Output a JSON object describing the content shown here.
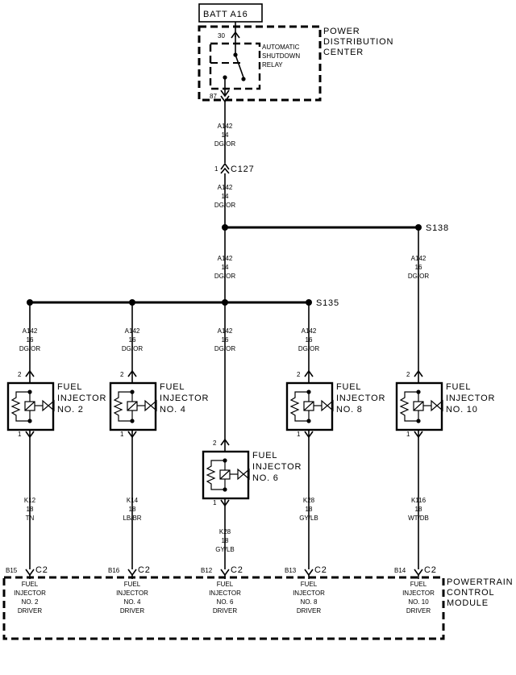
{
  "battery": {
    "label": "BATT A16"
  },
  "pdc": {
    "lines": [
      "POWER",
      "DISTRIBUTION",
      "CENTER"
    ],
    "relay_lines": [
      "AUTOMATIC",
      "SHUTDOWN",
      "RELAY"
    ],
    "pin_in": "30",
    "pin_out": "87"
  },
  "main_wire": {
    "upper": [
      "A142",
      "14",
      "DG/OR"
    ],
    "lower": [
      "A142",
      "14",
      "DG/OR"
    ],
    "below_s138": [
      "A142",
      "14",
      "DG/OR"
    ]
  },
  "connector_c127": {
    "pin": "1",
    "label": "C127"
  },
  "splices": {
    "s138": "S138",
    "s135": "S135"
  },
  "wire_s138_branch": [
    "A142",
    "16",
    "DG/OR"
  ],
  "injector_feeds": [
    [
      "A142",
      "16",
      "DG/OR"
    ],
    [
      "A142",
      "16",
      "DG/OR"
    ],
    [
      "A142",
      "16",
      "DG/OR"
    ],
    [
      "A142",
      "16",
      "DG/OR"
    ]
  ],
  "injectors": [
    {
      "lines": [
        "FUEL",
        "INJECTOR",
        "NO. 2"
      ],
      "pin_top": "2",
      "pin_bottom": "1",
      "wire": [
        "K12",
        "18",
        "TN"
      ]
    },
    {
      "lines": [
        "FUEL",
        "INJECTOR",
        "NO. 4"
      ],
      "pin_top": "2",
      "pin_bottom": "1",
      "wire": [
        "K14",
        "18",
        "LB/BR"
      ]
    },
    {
      "lines": [
        "FUEL",
        "INJECTOR",
        "NO. 6"
      ],
      "pin_top": "2",
      "pin_bottom": "1",
      "wire": [
        "K28",
        "18",
        "GY/LB"
      ]
    },
    {
      "lines": [
        "FUEL",
        "INJECTOR",
        "NO. 8"
      ],
      "pin_top": "2",
      "pin_bottom": "1",
      "wire": [
        "K28",
        "18",
        "GY/LB"
      ]
    },
    {
      "lines": [
        "FUEL",
        "INJECTOR",
        "NO. 10"
      ],
      "pin_top": "2",
      "pin_bottom": "1",
      "wire": [
        "K116",
        "18",
        "WT/DB"
      ]
    }
  ],
  "pcm": {
    "lines": [
      "POWERTRAIN",
      "CONTROL",
      "MODULE"
    ],
    "pins": [
      {
        "pin": "B15",
        "connector": "C2",
        "lines": [
          "FUEL",
          "INJECTOR",
          "NO. 2",
          "DRIVER"
        ]
      },
      {
        "pin": "B16",
        "connector": "C2",
        "lines": [
          "FUEL",
          "INJECTOR",
          "NO. 4",
          "DRIVER"
        ]
      },
      {
        "pin": "B12",
        "connector": "C2",
        "lines": [
          "FUEL",
          "INJECTOR",
          "NO. 6",
          "DRIVER"
        ]
      },
      {
        "pin": "B13",
        "connector": "C2",
        "lines": [
          "FUEL",
          "INJECTOR",
          "NO. 8",
          "DRIVER"
        ]
      },
      {
        "pin": "B14",
        "connector": "C2",
        "lines": [
          "FUEL",
          "INJECTOR",
          "NO. 10",
          "DRIVER"
        ]
      }
    ]
  }
}
